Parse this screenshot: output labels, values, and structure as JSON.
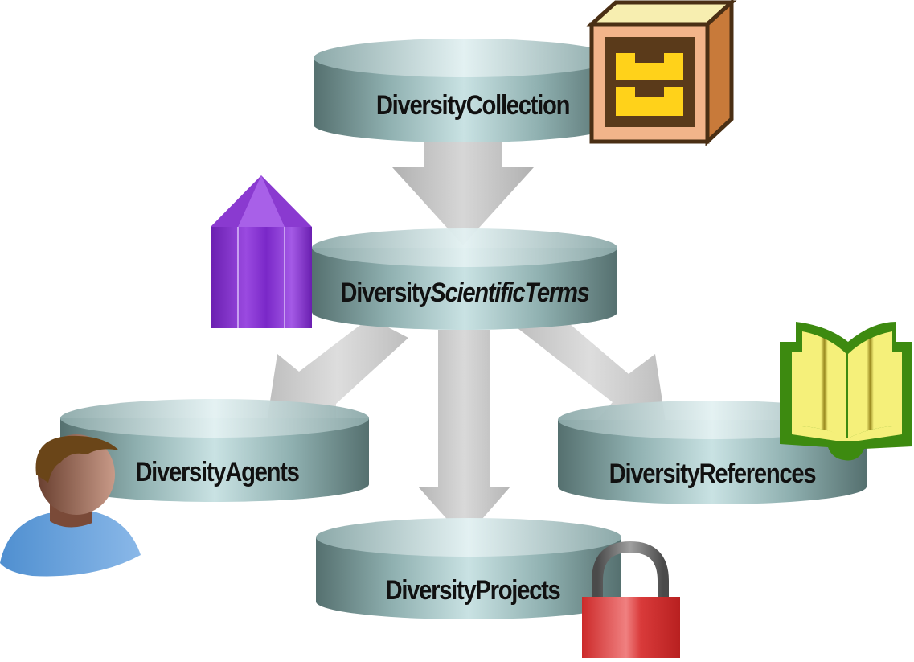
{
  "databases": {
    "collection": {
      "label": "DiversityCollection",
      "icon": "collection-cabinet-icon"
    },
    "scientific_terms": {
      "label_prefix": "Diversity",
      "label_suffix": "ScientificTerms",
      "icon": "crystal-icon"
    },
    "agents": {
      "label": "DiversityAgents",
      "icon": "person-icon"
    },
    "references": {
      "label": "DiversityReferences",
      "icon": "book-icon"
    },
    "projects": {
      "label": "DiversityProjects",
      "icon": "padlock-icon"
    }
  },
  "colors": {
    "cylinder_dark": "#5f7a7a",
    "cylinder_light": "#d8eaec",
    "arrow": "#bdbdbd",
    "crystal": "#8a3ad0",
    "book_fill": "#f5f07a",
    "book_border": "#3d8a10",
    "lock_body": "#d93a3a",
    "lock_shackle": "#707070",
    "cabinet_frame": "#5a3a1a",
    "cabinet_drawer": "#ffd21a",
    "person_shirt": "#6aa6e0",
    "person_skin": "#9a6a5a"
  }
}
